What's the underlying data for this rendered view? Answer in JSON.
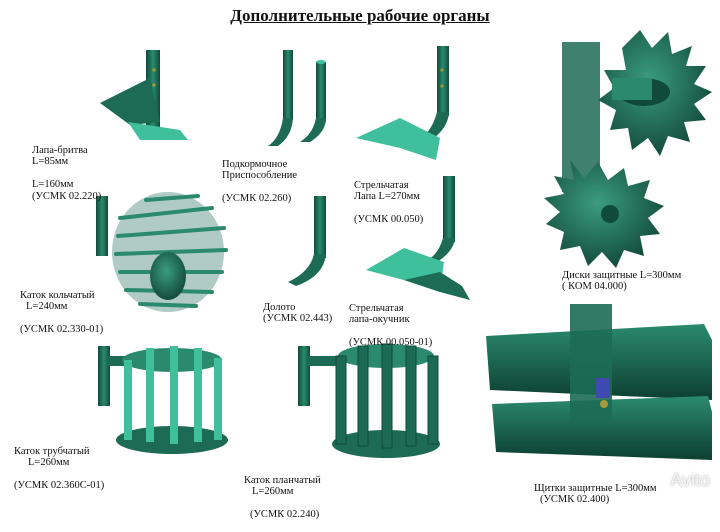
{
  "title": "Дополнительные рабочие органы",
  "colors": {
    "metal": "#1d6b55",
    "metal_dark": "#0f4a3a",
    "metal_light": "#3fbf9c",
    "bolt": "#a89a3a"
  },
  "items": [
    {
      "name": "lapa-britva",
      "lines": [
        "Лапа-бритва",
        "L=85мм",
        "L=160мм",
        "(УСМК 02.220)"
      ]
    },
    {
      "name": "podkormochnoe",
      "lines": [
        "Подкормочное",
        "Приспособление",
        "(УСМК 02.260)"
      ]
    },
    {
      "name": "strelchataya-lapa",
      "lines": [
        "Стрельчатая",
        "Лапа L=270мм",
        "(УСМК 00.050)"
      ]
    },
    {
      "name": "katok-kolchatyi",
      "lines": [
        "Каток кольчатый",
        "L=240мм",
        "(УСМК 02.330-01)"
      ]
    },
    {
      "name": "doloto",
      "lines": [
        "Долото",
        "(УСМК 02.443)"
      ]
    },
    {
      "name": "lapa-okuchnik",
      "lines": [
        "Стрельчатая",
        "лапа-окучник",
        "(УСМК 00.050-01)"
      ]
    },
    {
      "name": "diski-zaschitnye",
      "lines": [
        "Диски защитные L=300мм",
        "( КОМ 04.000)"
      ]
    },
    {
      "name": "katok-trubchatyi",
      "lines": [
        "Каток трубчатый",
        "L=260мм",
        "(УСМК 02.360С-01)"
      ]
    },
    {
      "name": "katok-planchatyi",
      "lines": [
        "Каток планчатый",
        "L=260мм",
        "(УСМК 02.240)"
      ]
    },
    {
      "name": "schitki-zaschitnye",
      "lines": [
        "Щитки защитные L=300мм",
        "(УСМК 02.400)"
      ]
    }
  ],
  "watermark": "Avito"
}
